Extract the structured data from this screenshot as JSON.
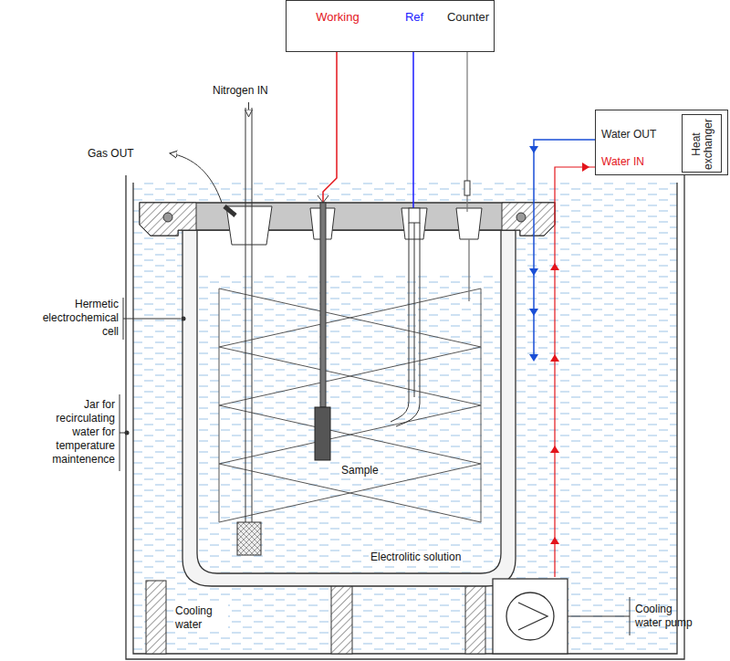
{
  "diagram": {
    "nodes": [
      {
        "text": [
          "Working",
          "Ref",
          "Counter"
        ]
      },
      {
        "text": [
          "Water OUT",
          "Water IN"
        ]
      },
      {
        "text": [
          "Heat exchanger"
        ],
        "in": 1
      }
    ],
    "labels": [
      "Nitrogen IN",
      "Gas OUT",
      "Hermetic electrochemical cell",
      "Jar for recirculating water for temperature maintenence",
      "Sample",
      "Electrolitic solution",
      "Cooling water",
      "Cooling water pump"
    ]
  }
}
